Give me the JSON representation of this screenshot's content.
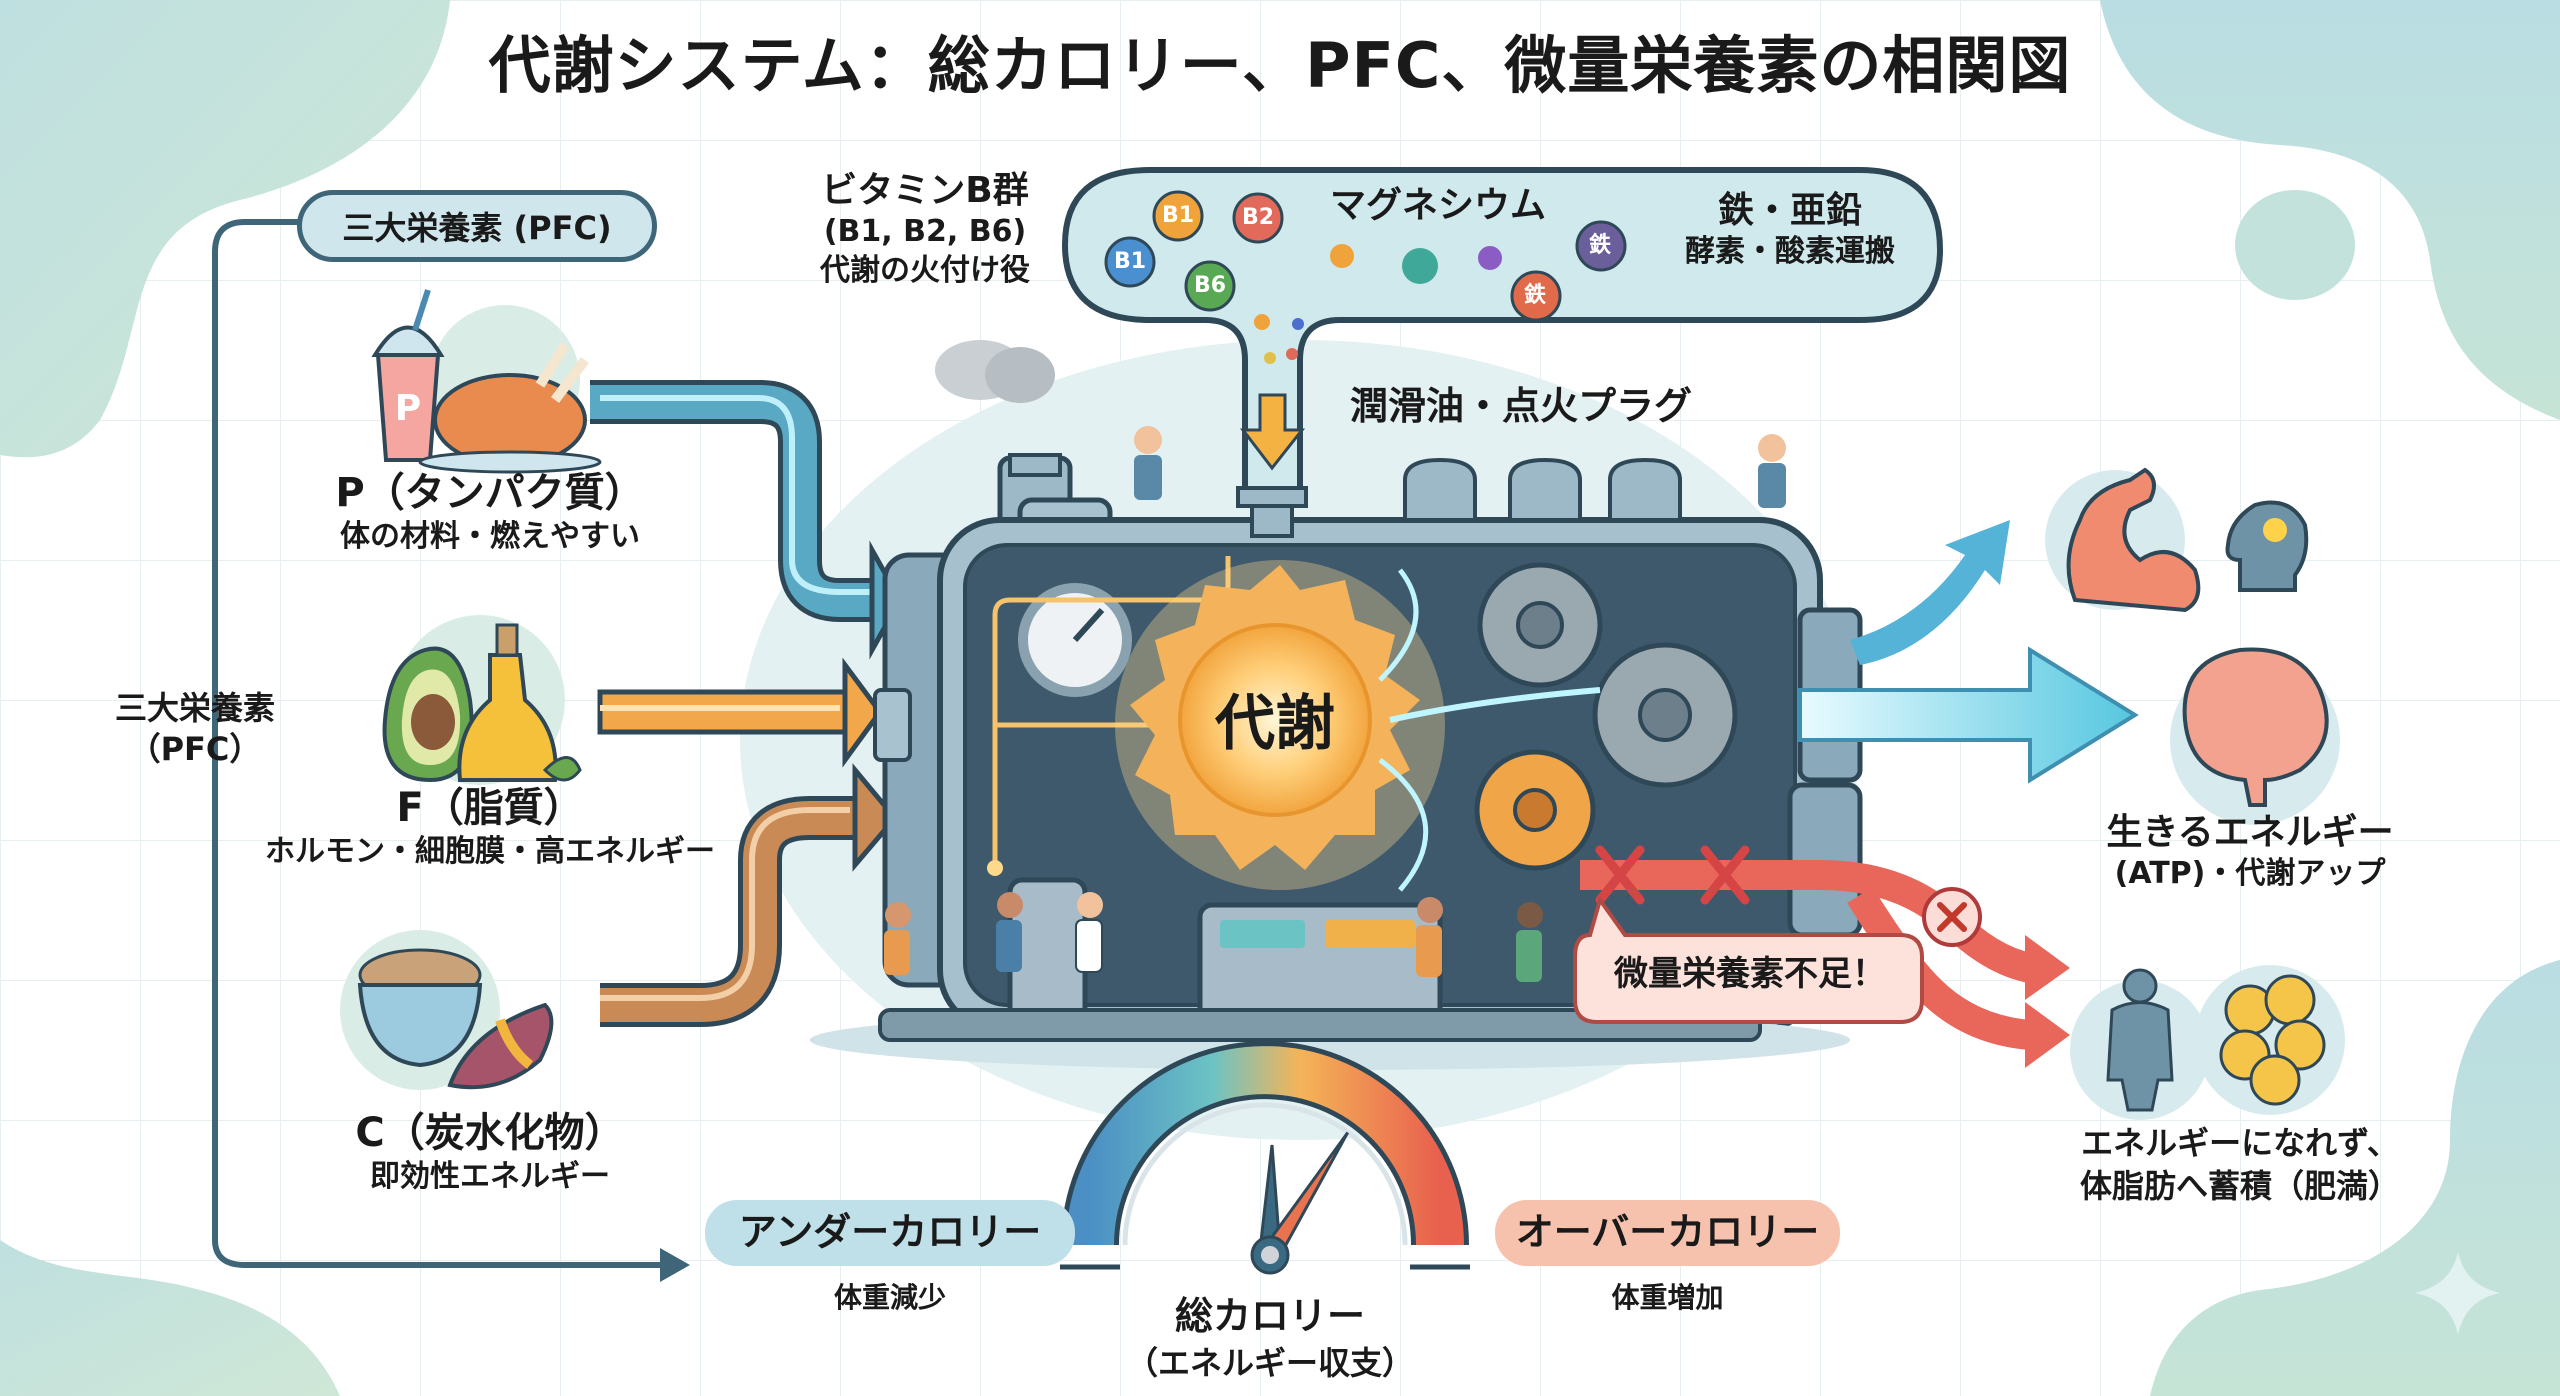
{
  "title": "代謝システム：総カロリー、PFC、微量栄養素の相関図",
  "colors": {
    "protein_pipe": "#5aa9c4",
    "fat_pipe": "#f2a74b",
    "carb_pipe": "#c98a55",
    "engine_body": "#6f93a6",
    "engine_dark": "#3c5566",
    "core_glow": "#ffc766",
    "energy_arrow": "#56c7e0",
    "warning_red": "#e8665a",
    "under_calorie": "#bfe0e8",
    "over_calorie": "#f6c2ae",
    "outline": "#2f4858"
  },
  "macros": {
    "header_pill": "三大栄養素 (PFC)",
    "side_label_line1": "三大栄養素",
    "side_label_line2": "（PFC）",
    "items": [
      {
        "key": "P",
        "name": "P（タンパク質）",
        "desc": "体の材料・燃えやすい",
        "icon": "protein-shake-chicken-icon",
        "badge": "P"
      },
      {
        "key": "F",
        "name": "F（脂質）",
        "desc": "ホルモン・細胞膜・高エネルギー",
        "icon": "avocado-oil-icon"
      },
      {
        "key": "C",
        "name": "C（炭水化物）",
        "desc": "即効性エネルギー",
        "icon": "rice-sweet-potato-icon"
      }
    ]
  },
  "micronutrients": {
    "vitamin_b": {
      "title": "ビタミンB群",
      "sub": "(B1, B2, B6)",
      "desc": "代謝の火付け役"
    },
    "magnesium": "マグネシウム",
    "iron_zinc": {
      "title": "鉄・亜鉛",
      "desc": "酵素・酸素運搬"
    },
    "balls": [
      "B1",
      "B2",
      "B1",
      "B6",
      "鉄",
      "鉄"
    ],
    "role_label": "潤滑油・点火プラグ"
  },
  "engine": {
    "core_label": "代謝",
    "warning": "微量栄養素不足！"
  },
  "outputs": {
    "good": {
      "line1": "生きるエネルギー",
      "line2": "(ATP)・代謝アップ"
    },
    "bad": {
      "line1": "エネルギーになれず、",
      "line2": "体脂肪へ蓄積（肥満）"
    }
  },
  "calorie_gauge": {
    "title": "総カロリー",
    "subtitle": "（エネルギー収支）",
    "under": {
      "label": "アンダーカロリー",
      "effect": "体重減少"
    },
    "over": {
      "label": "オーバーカロリー",
      "effect": "体重増加"
    },
    "needle_position": 0.68
  }
}
